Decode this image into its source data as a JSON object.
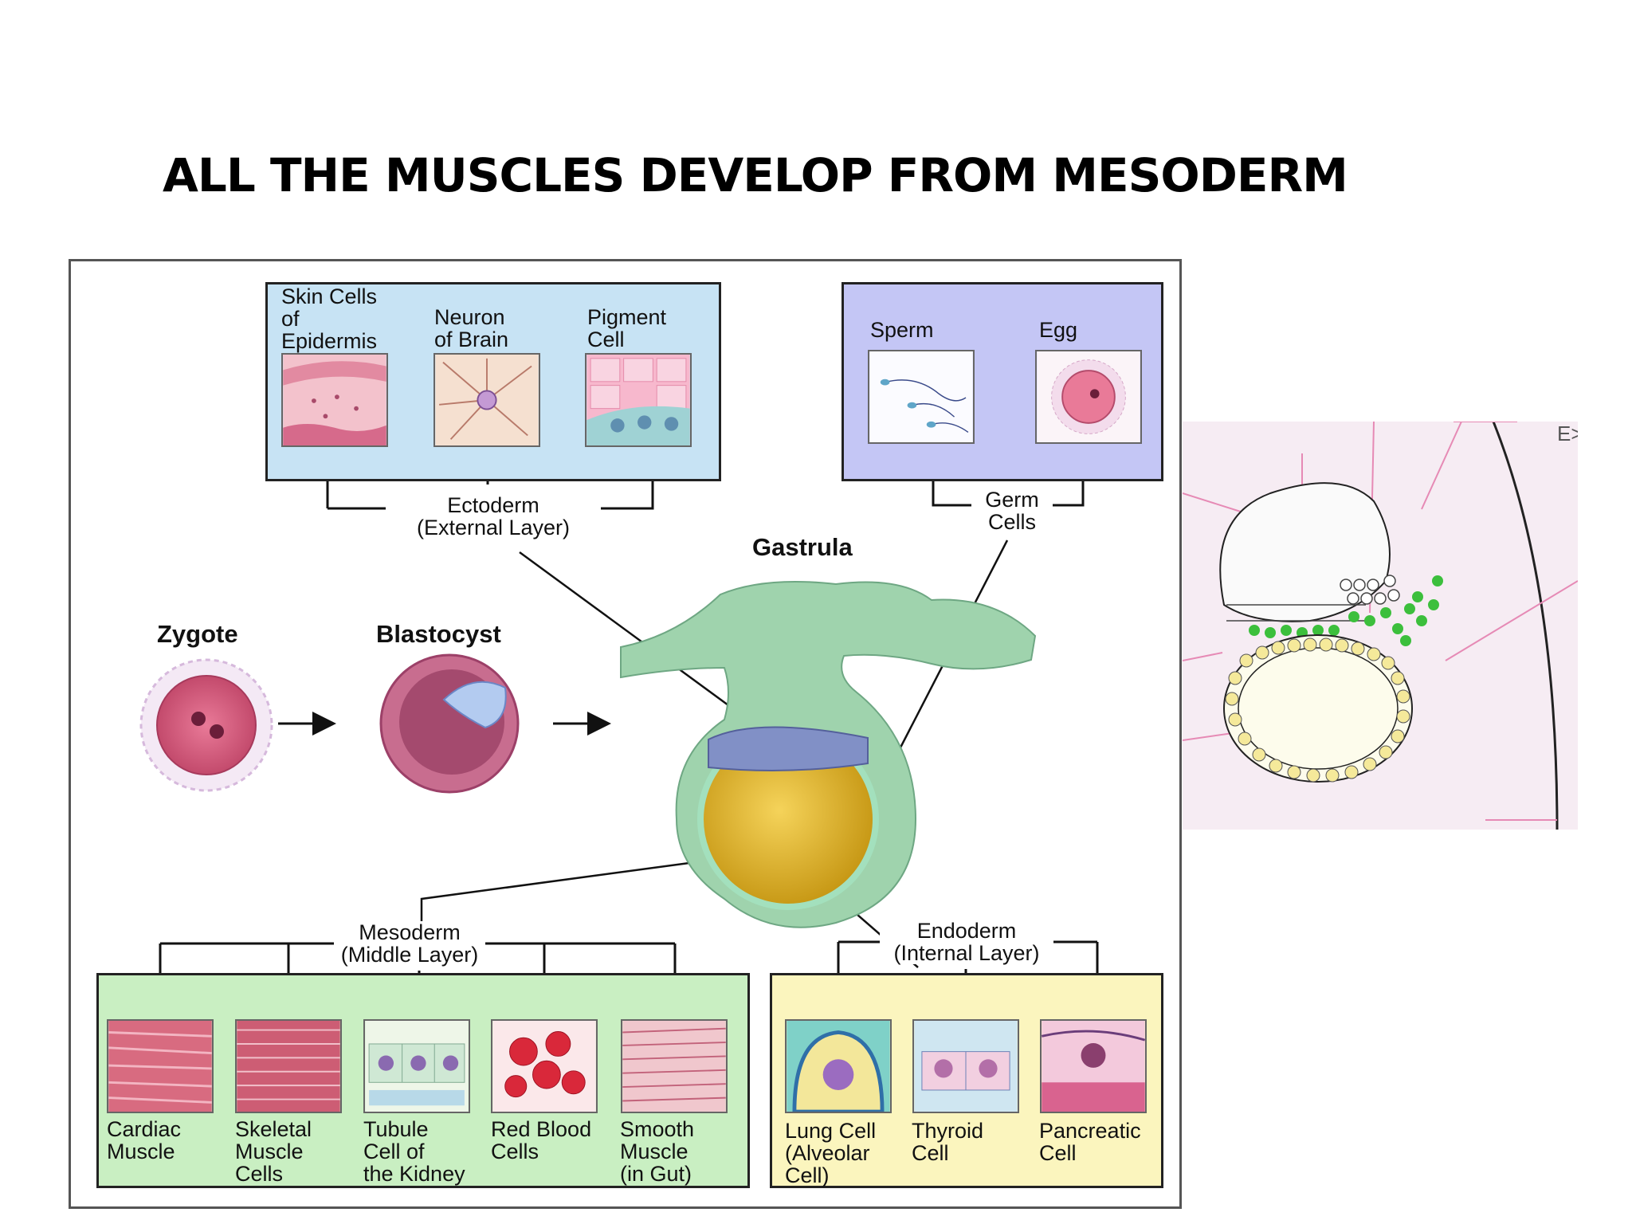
{
  "slide": {
    "title": "ALL THE MUSCLES DEVELOP FROM MESODERM"
  },
  "figure": {
    "stages": {
      "zygote": "Zygote",
      "blastocyst": "Blastocyst",
      "gastrula": "Gastrula"
    },
    "ectoderm": {
      "label": "Ectoderm\n(External Layer)",
      "cells": [
        "Skin Cells\nof\nEpidermis",
        "Neuron\nof Brain",
        "Pigment\nCell"
      ]
    },
    "germ": {
      "label": "Germ\nCells",
      "cells": [
        "Sperm",
        "Egg"
      ]
    },
    "mesoderm": {
      "label": "Mesoderm\n(Middle Layer)",
      "cells": [
        "Cardiac\nMuscle",
        "Skeletal\nMuscle\nCells",
        "Tubule\nCell of\nthe Kidney",
        "Red Blood\nCells",
        "Smooth\nMuscle\n(in Gut)"
      ]
    },
    "endoderm": {
      "label": "Endoderm\n(Internal Layer)",
      "cells": [
        "Lung Cell\n(Alveolar\nCell)",
        "Thyroid\nCell",
        "Pancreatic\nCell"
      ]
    },
    "colors": {
      "ectoderm_box": "#c7e3f4",
      "germ_box": "#c4c6f5",
      "mesoderm_box": "#c9efc2",
      "endoderm_box": "#fbf5be",
      "gastrula_green": "#9fd3ad",
      "yolk": "#e3b82c"
    }
  },
  "inset": {
    "clipped_text": "E>"
  }
}
